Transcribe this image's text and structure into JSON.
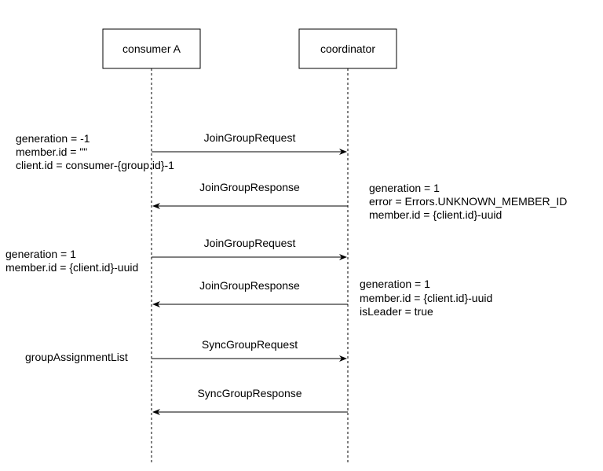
{
  "actors": [
    {
      "id": "consumer",
      "label": "consumer A"
    },
    {
      "id": "coordinator",
      "label": "coordinator"
    }
  ],
  "messages": [
    {
      "label": "JoinGroupRequest",
      "from": "consumer",
      "to": "coordinator"
    },
    {
      "label": "JoinGroupResponse",
      "from": "coordinator",
      "to": "consumer"
    },
    {
      "label": "JoinGroupRequest",
      "from": "consumer",
      "to": "coordinator"
    },
    {
      "label": "JoinGroupResponse",
      "from": "coordinator",
      "to": "consumer"
    },
    {
      "label": "SyncGroupRequest",
      "from": "consumer",
      "to": "coordinator"
    },
    {
      "label": "SyncGroupResponse",
      "from": "coordinator",
      "to": "consumer"
    }
  ],
  "notes": [
    {
      "lines": [
        "generation = -1",
        "member.id = \"\"",
        "client.id = consumer-{group.id}-1"
      ]
    },
    {
      "lines": [
        "generation = 1",
        "error = Errors.UNKNOWN_MEMBER_ID",
        "member.id = {client.id}-uuid"
      ]
    },
    {
      "lines": [
        "generation = 1",
        "member.id = {client.id}-uuid"
      ]
    },
    {
      "lines": [
        "generation = 1",
        "member.id = {client.id}-uuid",
        "isLeader = true"
      ]
    },
    {
      "lines": [
        "groupAssignmentList"
      ]
    }
  ],
  "colors": {
    "stroke": "#000000",
    "background": "#ffffff"
  }
}
